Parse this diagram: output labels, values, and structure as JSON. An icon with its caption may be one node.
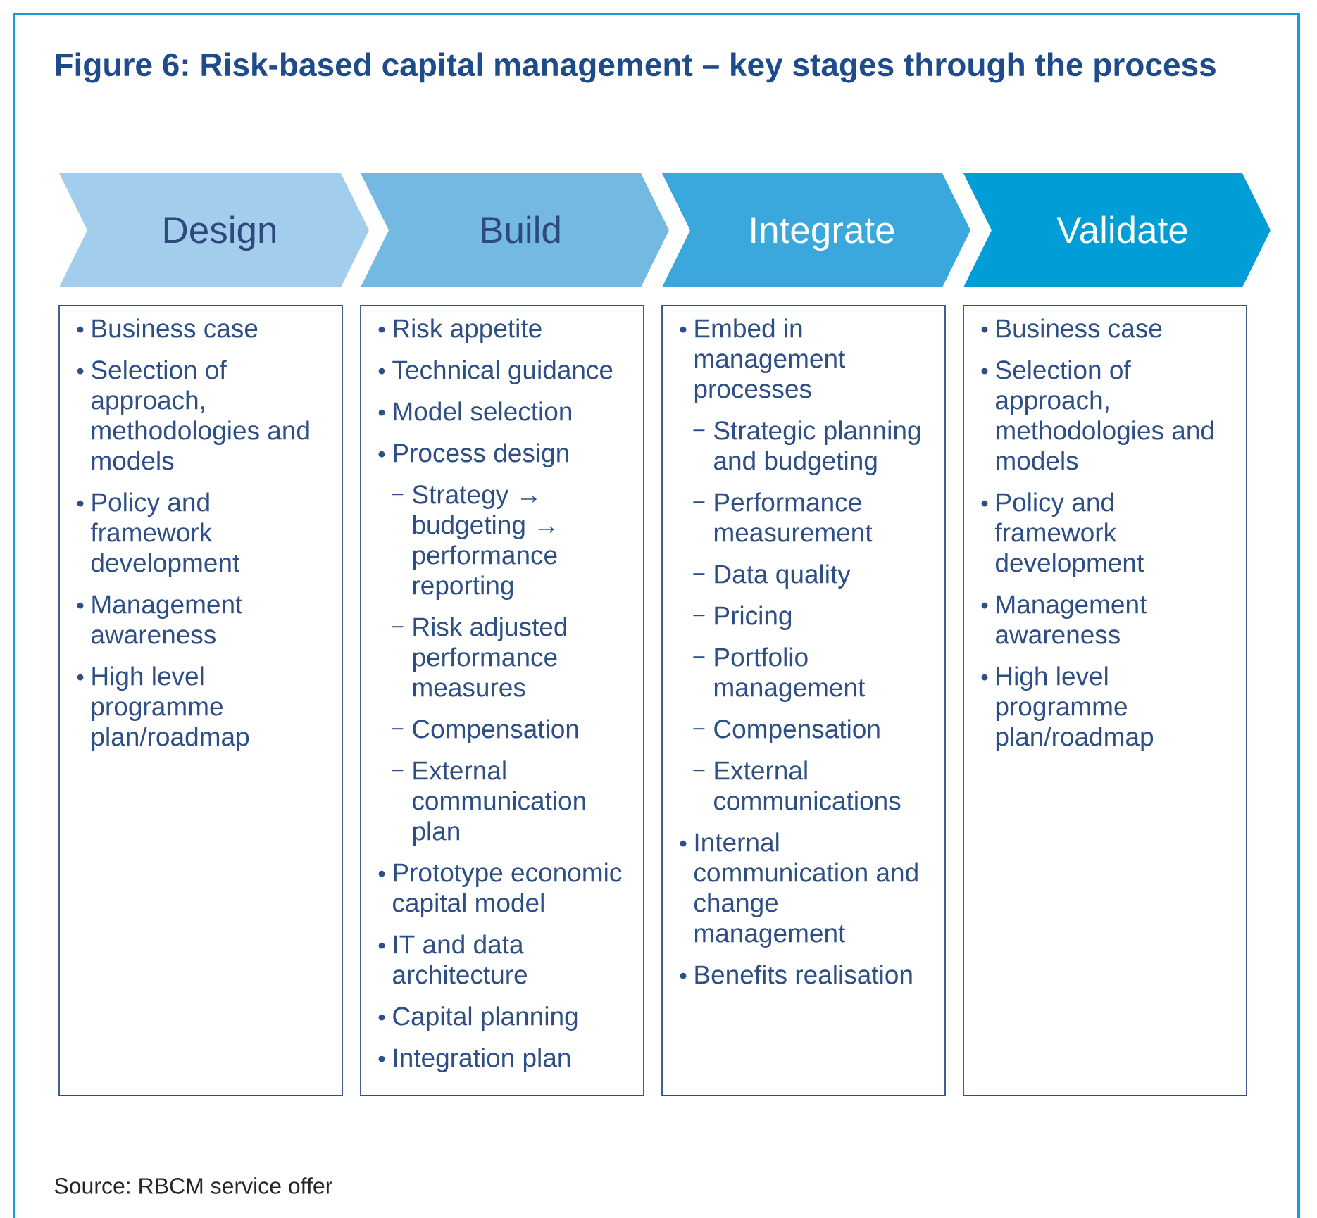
{
  "diagram": {
    "title": "Figure 6: Risk-based capital management – key stages through the process",
    "caption": "Source: RBCM service offer",
    "nodes": [
      {
        "text": [
          "Design"
        ]
      },
      {
        "text": [
          "Build"
        ]
      },
      {
        "text": [
          "Integrate"
        ]
      },
      {
        "text": [
          "Validate"
        ]
      },
      {
        "text": [
          "Business case",
          "Selection of approach, methodologies and models",
          "Policy and framework development",
          "Management awareness",
          "High level programme plan/roadmap"
        ]
      },
      {
        "text": [
          "Risk appetite",
          "Technical guidance",
          "Model selection",
          "Process design",
          "Strategy → budgeting → performance reporting",
          "Risk adjusted performance measures",
          "Compensation",
          "External communication plan",
          "Prototype economic capital model",
          "IT and data architecture",
          "Capital planning",
          "Integration plan"
        ]
      },
      {
        "text": [
          "Embed in management processes",
          "Strategic planning and budgeting",
          "Performance measurement",
          "Data quality",
          "Pricing",
          "Portfolio management",
          "Compensation",
          "External communications",
          "Internal communication and change management",
          "Benefits realisation"
        ]
      },
      {
        "text": [
          "Business case",
          "Selection of approach, methodologies and models",
          "Policy and framework development",
          "Management awareness",
          "High level programme plan/roadmap"
        ]
      }
    ]
  }
}
